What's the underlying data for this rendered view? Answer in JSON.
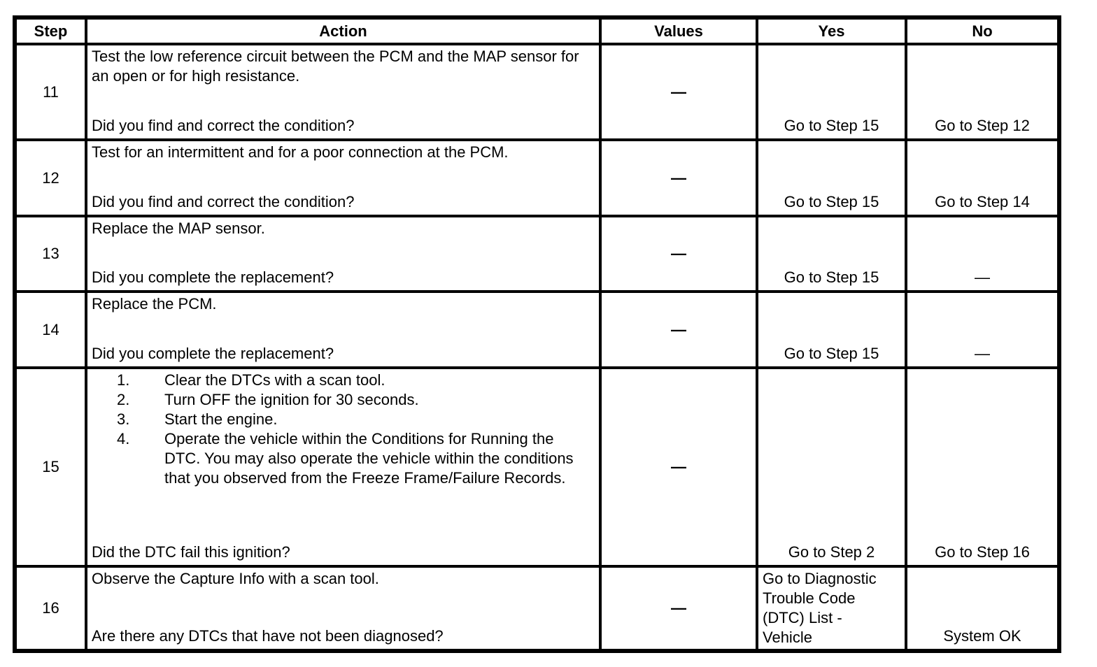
{
  "table": {
    "headers": {
      "step": "Step",
      "action": "Action",
      "values": "Values",
      "yes": "Yes",
      "no": "No"
    },
    "rows": [
      {
        "step": "11",
        "action": "Test the low reference circuit between the PCM and the MAP sensor for an open or for high resistance.",
        "question": "Did you find and correct the condition?",
        "values": "—",
        "yes": "Go to Step 15",
        "no": "Go to Step 12"
      },
      {
        "step": "12",
        "action": "Test for an intermittent and for a poor connection at the PCM.",
        "question": "Did you find and correct the condition?",
        "values": "—",
        "yes": "Go to Step 15",
        "no": "Go to Step 14"
      },
      {
        "step": "13",
        "action": "Replace the MAP sensor.",
        "question": "Did you complete the replacement?",
        "values": "—",
        "yes": "Go to Step 15",
        "no": "—"
      },
      {
        "step": "14",
        "action": "Replace the PCM.",
        "question": "Did you complete the replacement?",
        "values": "—",
        "yes": "Go to Step 15",
        "no": "—"
      },
      {
        "step": "15",
        "action_list": [
          {
            "num": "1.",
            "text": "Clear the DTCs with a scan tool."
          },
          {
            "num": "2.",
            "text": "Turn OFF the ignition for 30 seconds."
          },
          {
            "num": "3.",
            "text": "Start the engine."
          },
          {
            "num": "4.",
            "text": "Operate the vehicle within the Conditions for Running the DTC. You may also operate the vehicle within the conditions that you observed from the Freeze Frame/Failure Records."
          }
        ],
        "question": "Did the DTC fail this ignition?",
        "values": "—",
        "yes": "Go to Step 2",
        "no": "Go to Step 16"
      },
      {
        "step": "16",
        "action": "Observe the Capture Info with a scan tool.",
        "question": "Are there any DTCs that have not been diagnosed?",
        "values": "—",
        "yes": "Go to Diagnostic\nTrouble Code\n(DTC) List -\nVehicle",
        "no": "System OK"
      }
    ]
  }
}
